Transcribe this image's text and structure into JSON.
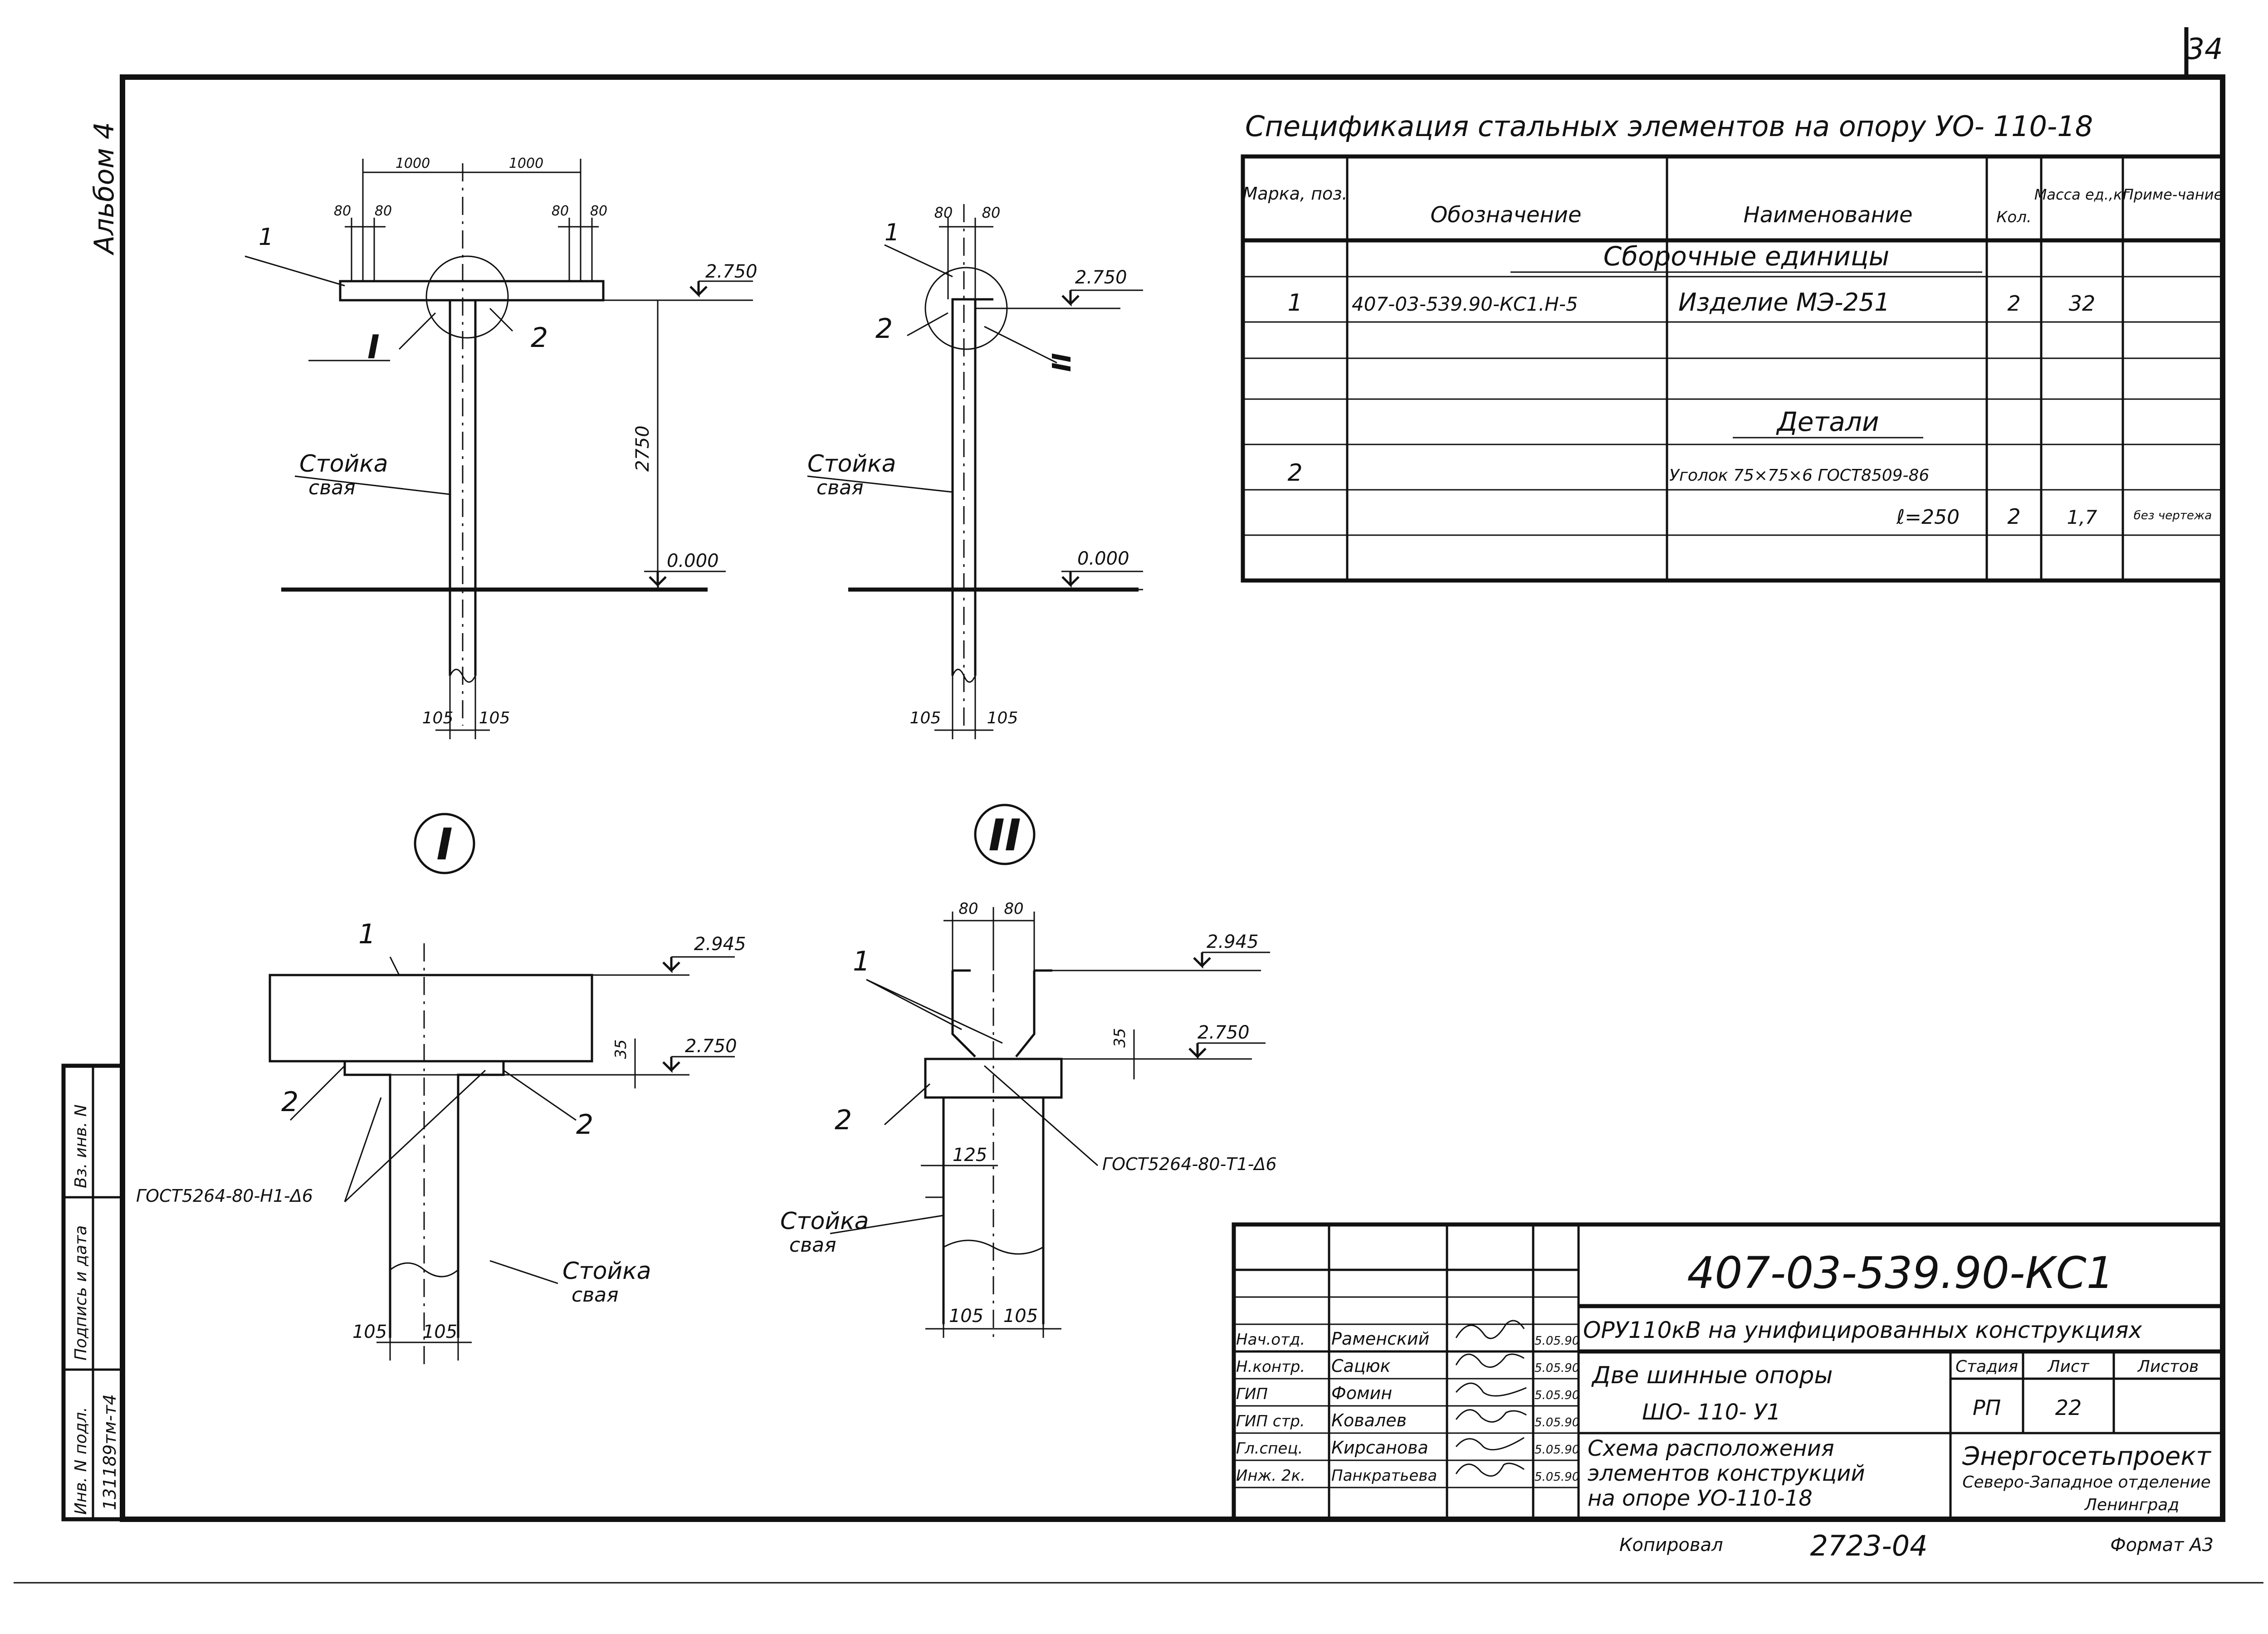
{
  "sheet_number": "34",
  "album_label": "Альбом 4",
  "spec": {
    "title": "Спецификация стальных элементов на опору УО- 110-18",
    "headers": [
      "Марка, поз.",
      "Обозначение",
      "Наименование",
      "Кол.",
      "Масса ед.,кг",
      "Приме-чание"
    ],
    "section_assembly": "Сборочные единицы",
    "section_details": "Детали",
    "rows": [
      {
        "pos": "1",
        "designation": "407-03-539.90-КС1.Н-5",
        "name": "Изделие МЭ-251",
        "qty": "2",
        "mass": "32",
        "note": ""
      },
      {
        "pos": "2",
        "designation": "",
        "name": "Уголок 75×75×6 ГОСТ8509-86",
        "qty": "",
        "mass": "",
        "note": ""
      },
      {
        "pos": "",
        "designation": "",
        "name": "ℓ=250",
        "qty": "2",
        "mass": "1,7",
        "note": "без чертежа"
      }
    ]
  },
  "views": {
    "view1": {
      "dim_1000_a": "1000",
      "dim_1000_b": "1000",
      "dim_80_a": "80",
      "dim_80_b": "80",
      "dim_80_c": "80",
      "dim_80_d": "80",
      "mark_1": "1",
      "mark_2": "2",
      "callout": "I",
      "level_top": "2.750",
      "level_ground": "0.000",
      "height": "2750",
      "post_line1": "Стойка",
      "post_line2": "свая",
      "dim_105_a": "105",
      "dim_105_b": "105"
    },
    "view2": {
      "dim_80_a": "80",
      "dim_80_b": "80",
      "mark_1": "1",
      "mark_2": "2",
      "callout": "II",
      "level_top": "2.750",
      "level_ground": "0.000",
      "post_line1": "Стойка",
      "post_line2": "свая",
      "dim_105_a": "105",
      "dim_105_b": "105"
    },
    "detail1": {
      "title": "I",
      "mark_1": "1",
      "mark_2a": "2",
      "mark_2b": "2",
      "level_1": "2.945",
      "level_2": "2.750",
      "dim_35": "35",
      "weld": "ГОСТ5264-80-Н1-Δ6",
      "post_line1": "Стойка",
      "post_line2": "свая",
      "dim_105_a": "105",
      "dim_105_b": "105"
    },
    "detail2": {
      "title": "II",
      "dim_80_a": "80",
      "dim_80_b": "80",
      "mark_1": "1",
      "mark_2": "2",
      "level_1": "2.945",
      "level_2": "2.750",
      "dim_35": "35",
      "dim_125": "125",
      "weld": "ГОСТ5264-80-Т1-Δ6",
      "post_line1": "Стойка",
      "post_line2": "свая",
      "dim_105_a": "105",
      "dim_105_b": "105"
    }
  },
  "side_stamp": {
    "inv": "Инв. N подл.",
    "inv_value": "131189тм-т4",
    "sign": "Подпись и дата",
    "vz": "Вз. инв. N"
  },
  "title_block": {
    "code": "407-03-539.90-КС1",
    "project": "ОРУ110кВ на унифицированных конструкциях",
    "object_line1": "Две шинные опоры",
    "object_line2": "ШО- 110- У1",
    "sheet_title_line1": "Схема расположения",
    "sheet_title_line2": "элементов конструкций",
    "sheet_title_line3": "на опоре УО-110-18",
    "stage_label": "Стадия",
    "sheet_label": "Лист",
    "sheets_label": "Листов",
    "stage": "РП",
    "sheet": "22",
    "sheets": "",
    "org_line1": "Энергосетьпроект",
    "org_line2": "Северо-Западное отделение",
    "org_line3": "Ленинград",
    "people": [
      {
        "role": "Нач.отд.",
        "name": "Раменский",
        "date": "5.05.90"
      },
      {
        "role": "Н.контр.",
        "name": "Сацюк",
        "date": "5.05.90"
      },
      {
        "role": "ГИП",
        "name": "Фомин",
        "date": "5.05.90"
      },
      {
        "role": "ГИП стр.",
        "name": "Ковалев",
        "date": "5.05.90"
      },
      {
        "role": "Гл.спец.",
        "name": "Кирсанова",
        "date": "5.05.90"
      },
      {
        "role": "Инж. 2к.",
        "name": "Панкратьева",
        "date": "5.05.90"
      }
    ]
  },
  "footer": {
    "copied": "Копировал",
    "order": "2723-04",
    "format": "Формат А3"
  }
}
